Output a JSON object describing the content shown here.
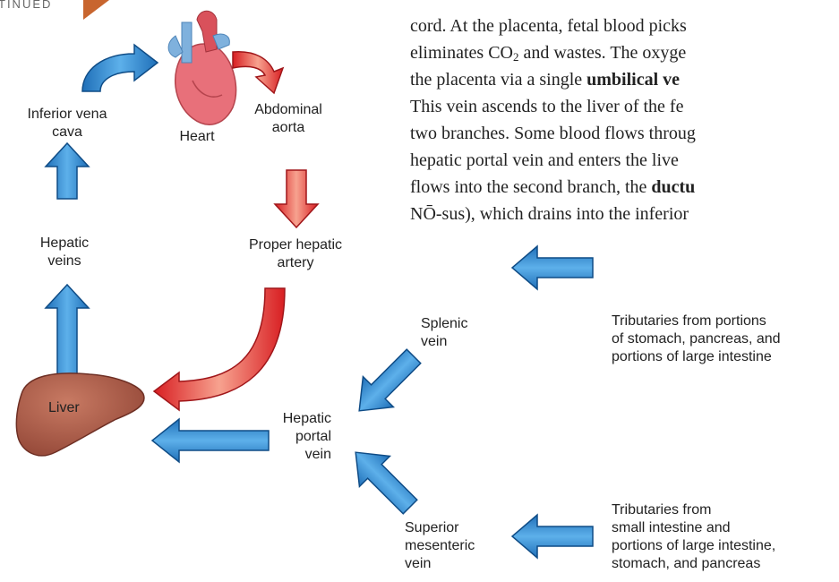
{
  "header": {
    "continued": "TINUED"
  },
  "book_text": {
    "line1": "cord. At the placenta, fetal blood picks",
    "line2_a": "eliminates CO",
    "line2_sub": "2",
    "line2_b": " and wastes. The oxyge",
    "line3_a": "the placenta via a single ",
    "line3_bold": "umbilical ve",
    "line4": "This vein ascends to the liver of the fe",
    "line5": "two branches. Some blood flows throug",
    "line6": "hepatic portal vein and enters the live",
    "line7_a": "flows into the second branch, the ",
    "line7_bold": "ductu",
    "line8": "NŌ-sus), which drains into the inferior"
  },
  "labels": {
    "inferior_vena_cava_1": "Inferior vena",
    "inferior_vena_cava_2": "cava",
    "heart": "Heart",
    "abdominal_aorta_1": "Abdominal",
    "abdominal_aorta_2": "aorta",
    "hepatic_veins_1": "Hepatic",
    "hepatic_veins_2": "veins",
    "proper_hepatic_artery_1": "Proper hepatic",
    "proper_hepatic_artery_2": "artery",
    "liver": "Liver",
    "splenic_vein_1": "Splenic",
    "splenic_vein_2": "vein",
    "tributaries_top_1": "Tributaries from portions",
    "tributaries_top_2": "of stomach, pancreas, and",
    "tributaries_top_3": "portions of large intestine",
    "hepatic_portal_vein_1": "Hepatic",
    "hepatic_portal_vein_2": "portal",
    "hepatic_portal_vein_3": "vein",
    "superior_mesenteric_vein_1": "Superior",
    "superior_mesenteric_vein_2": "mesenteric",
    "superior_mesenteric_vein_3": "vein",
    "tributaries_bottom_1": "Tributaries from",
    "tributaries_bottom_2": "small intestine and",
    "tributaries_bottom_3": "portions of large intestine,",
    "tributaries_bottom_4": "stomach, and pancreas"
  },
  "colors": {
    "vein_blue": "#3a8fd0",
    "artery_red": "#e0262a",
    "liver": "#a85a48",
    "heart": "#e8707a",
    "accent_orange": "#c8652e"
  }
}
